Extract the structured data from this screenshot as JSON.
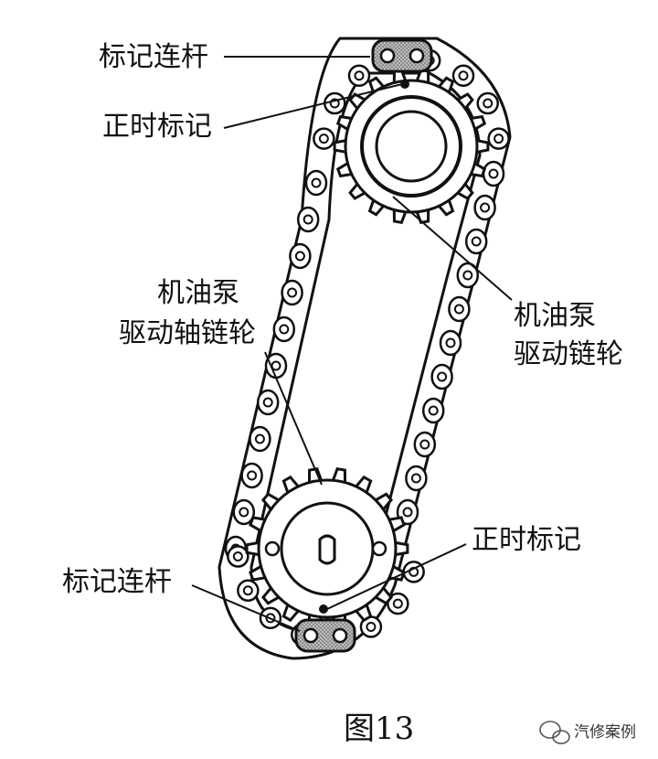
{
  "labels": {
    "top_link_mark": "标记连杆",
    "top_timing_mark": "正时标记",
    "left_sprocket_line1": "机油泵",
    "left_sprocket_line2": "驱动轴链轮",
    "right_sprocket_line1": "机油泵",
    "right_sprocket_line2": "驱动链轮",
    "bottom_timing_mark": "正时标记",
    "bottom_link_mark": "标记连杆"
  },
  "caption": "图13",
  "watermark": "汽修案例",
  "icons": {
    "watermark_icon": "wechat-icon"
  }
}
